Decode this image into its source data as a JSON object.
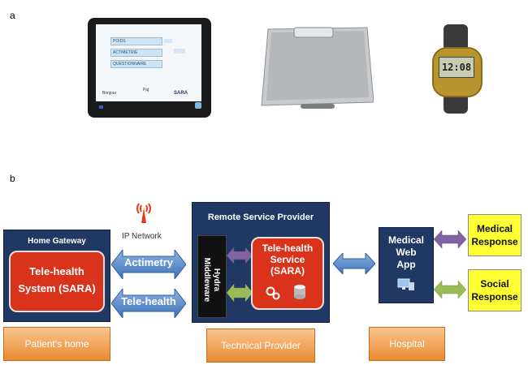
{
  "panel_a": {
    "label": "a"
  },
  "panel_b": {
    "label": "b"
  },
  "tablet_screen": {
    "items": [
      "POIDS",
      "ACTIMETRIE",
      "QUESTIONNAIRE"
    ],
    "side": [
      "",
      "",
      ""
    ],
    "footer": [
      "Bonjour",
      "Paj",
      "SARA"
    ]
  },
  "watch_display": "12:08",
  "ip_network": {
    "label": "IP Network"
  },
  "home_gateway": {
    "title": "Home Gateway",
    "system_line1": "Tele-health",
    "system_line2": "System (SARA)"
  },
  "arrows": {
    "actimetry": "Actimetry",
    "telehealth": "Tele-health"
  },
  "remote_provider": {
    "title": "Remote Service Provider",
    "middleware_line1": "Hydra",
    "middleware_line2": "Middleware",
    "service_line1": "Tele-health",
    "service_line2": "Service",
    "service_line3": "(SARA)"
  },
  "medical_app": {
    "line1": "Medical",
    "line2": "Web",
    "line3": "App"
  },
  "responses": {
    "medical": {
      "line1": "Medical",
      "line2": "Response"
    },
    "social": {
      "line1": "Social",
      "line2": "Response"
    }
  },
  "locations": {
    "home": "Patient's home",
    "technical": "Technical Provider",
    "hospital": "Hospital"
  },
  "colors": {
    "navy": "#1f3864",
    "red": "#d9331c",
    "orange": "#e98a2f",
    "yellow": "#ffff33",
    "blue_arrow": "#4a86c8",
    "purple_arrow": "#8064a2",
    "green_arrow": "#9bbb59"
  }
}
